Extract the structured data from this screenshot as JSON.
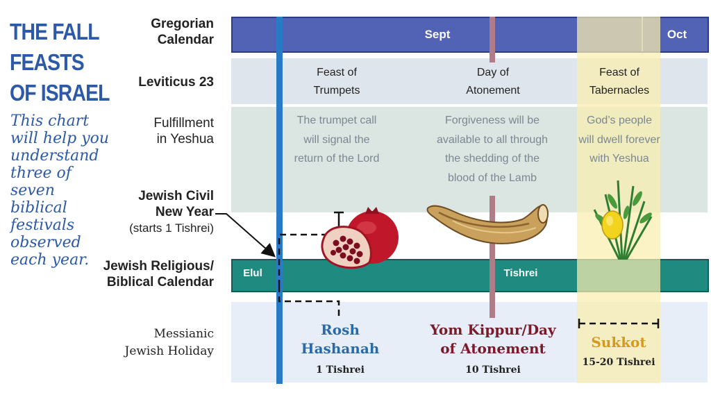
{
  "title_lines": [
    "THE FALL",
    "FEASTS",
    "OF ISRAEL"
  ],
  "intro_lines": [
    "This chart",
    "will help you",
    "understand",
    "three of",
    "seven",
    "biblical",
    "festivals",
    "observed",
    "each year."
  ],
  "row_labels": {
    "gregorian": [
      "Gregorian",
      "Calendar"
    ],
    "leviticus": "Leviticus 23",
    "fulfillment": [
      "Fulfillment",
      "in Yeshua"
    ],
    "civil": [
      "Jewish Civil",
      "New Year",
      "(starts 1 Tishrei)"
    ],
    "religious": [
      "Jewish Religious/",
      "Biblical Calendar"
    ],
    "messianic": [
      "Messianic",
      "Jewish Holiday"
    ]
  },
  "gregorian_months": [
    "Sept",
    "Oct"
  ],
  "religious_months": [
    "Elul",
    "Tishrei"
  ],
  "feasts": [
    {
      "lev_title": [
        "Feast of",
        "Trumpets"
      ],
      "fulfillment": [
        "The trumpet call",
        "will signal the",
        "return of the Lord"
      ],
      "holiday": [
        "Rosh",
        "Hashanah"
      ],
      "date": "1 Tishrei",
      "color": "#2a6aa8",
      "illustration": "pomegranate-icon"
    },
    {
      "lev_title": [
        "Day of",
        "Atonement"
      ],
      "fulfillment": [
        "Forgiveness will be",
        "available to all through",
        "the shedding of the",
        "blood of the Lamb"
      ],
      "holiday": [
        "Yom Kippur/Day",
        "of Atonement"
      ],
      "date": "10 Tishrei",
      "color": "#7a1a2a",
      "illustration": "shofar-icon"
    },
    {
      "lev_title": [
        "Feast of",
        "Tabernacles"
      ],
      "fulfillment": [
        "God’s people",
        "will dwell forever",
        "with Yeshua"
      ],
      "holiday": [
        "Sukkot"
      ],
      "date": "15-20 Tishrei",
      "color": "#d49a1c",
      "illustration": "etrog-lulav-icon"
    }
  ]
}
